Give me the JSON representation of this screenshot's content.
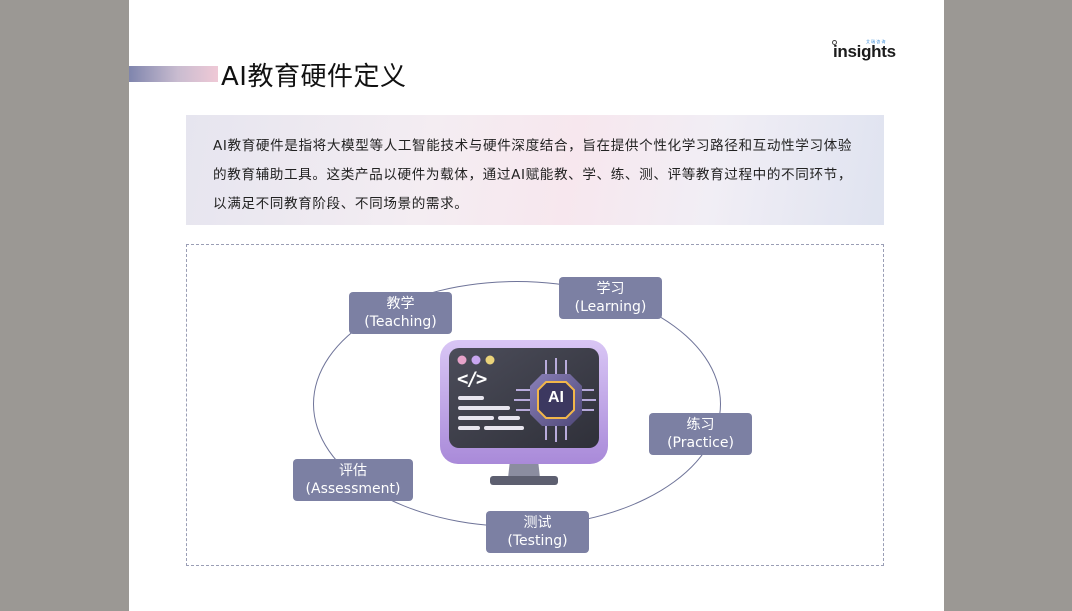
{
  "page": {
    "title": "AI教育硬件定义",
    "logo": {
      "text": "insights",
      "small_text": "艾 瑞 咨 询"
    },
    "definition": "AI教育硬件是指将大模型等人工智能技术与硬件深度结合，旨在提供个性化学习路径和互动性学习体验的教育辅助工具。这类产品以硬件为载体，通过AI赋能教、学、练、测、评等教育过程中的不同环节，以满足不同教育阶段、不同场景的需求。"
  },
  "diagram": {
    "center_label": "AI",
    "code_glyph": "</>",
    "nodes": [
      {
        "cn": "教学",
        "en": "(Teaching)"
      },
      {
        "cn": "学习",
        "en": "(Learning)"
      },
      {
        "cn": "练习",
        "en": "(Practice)"
      },
      {
        "cn": "测试",
        "en": "(Testing)"
      },
      {
        "cn": "评估",
        "en": "(Assessment)"
      }
    ]
  },
  "colors": {
    "node_fill": "#7c80a3",
    "accent_purple": "#b89be6",
    "ring_stroke": "#6f7499"
  },
  "icons": [
    "logo-icon",
    "monitor-icon",
    "ai-chip-icon",
    "code-icon"
  ]
}
